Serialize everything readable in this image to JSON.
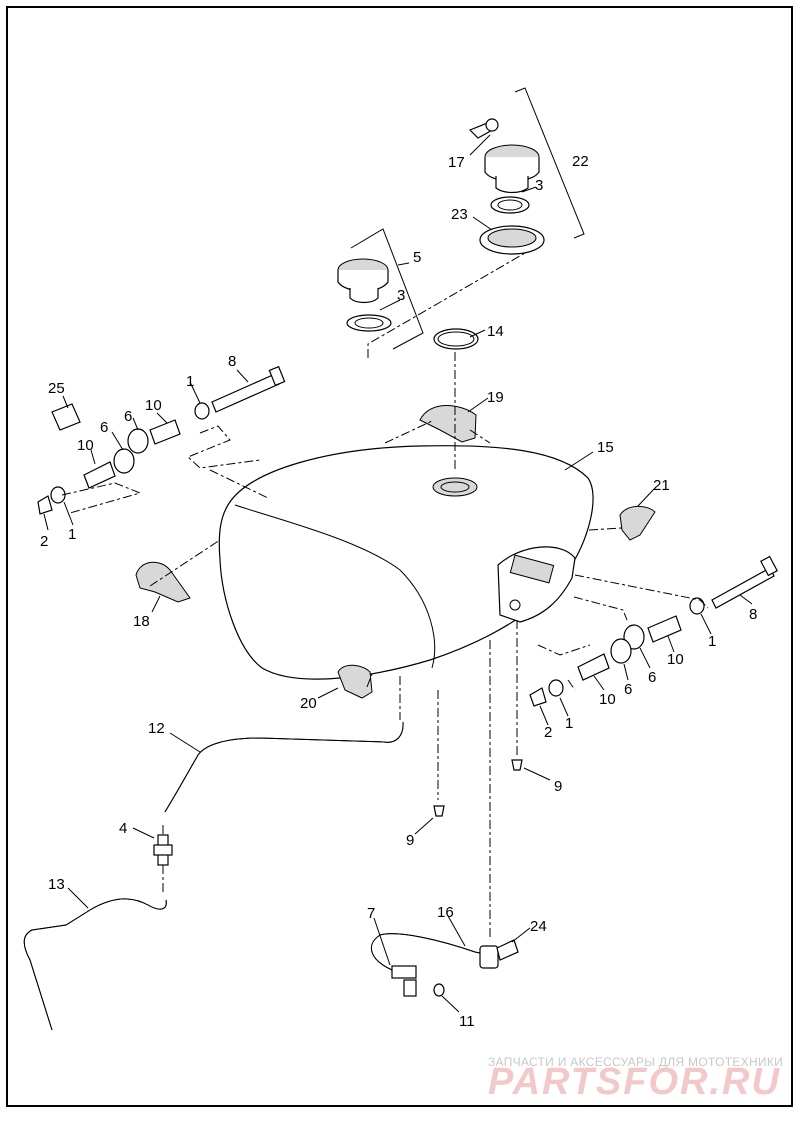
{
  "callouts": [
    {
      "id": "c17",
      "text": "17"
    },
    {
      "id": "c22",
      "text": "22"
    },
    {
      "id": "c3a",
      "text": "3"
    },
    {
      "id": "c23",
      "text": "23"
    },
    {
      "id": "c5",
      "text": "5"
    },
    {
      "id": "c3b",
      "text": "3"
    },
    {
      "id": "c14",
      "text": "14"
    },
    {
      "id": "c8a",
      "text": "8"
    },
    {
      "id": "c25",
      "text": "25"
    },
    {
      "id": "c1a",
      "text": "1"
    },
    {
      "id": "c10a",
      "text": "10"
    },
    {
      "id": "c6a",
      "text": "6"
    },
    {
      "id": "c6b",
      "text": "6"
    },
    {
      "id": "c10b",
      "text": "10"
    },
    {
      "id": "c19",
      "text": "19"
    },
    {
      "id": "c15",
      "text": "15"
    },
    {
      "id": "c2a",
      "text": "2"
    },
    {
      "id": "c1b",
      "text": "1"
    },
    {
      "id": "c21",
      "text": "21"
    },
    {
      "id": "c18",
      "text": "18"
    },
    {
      "id": "c8b",
      "text": "8"
    },
    {
      "id": "c1c",
      "text": "1"
    },
    {
      "id": "c10c",
      "text": "10"
    },
    {
      "id": "c6c",
      "text": "6"
    },
    {
      "id": "c6d",
      "text": "6"
    },
    {
      "id": "c10d",
      "text": "10"
    },
    {
      "id": "c1d",
      "text": "1"
    },
    {
      "id": "c2b",
      "text": "2"
    },
    {
      "id": "c20",
      "text": "20"
    },
    {
      "id": "c12",
      "text": "12"
    },
    {
      "id": "c9a",
      "text": "9"
    },
    {
      "id": "c4",
      "text": "4"
    },
    {
      "id": "c9b",
      "text": "9"
    },
    {
      "id": "c13",
      "text": "13"
    },
    {
      "id": "c7",
      "text": "7"
    },
    {
      "id": "c16",
      "text": "16"
    },
    {
      "id": "c24",
      "text": "24"
    },
    {
      "id": "c11",
      "text": "11"
    }
  ],
  "watermark": {
    "tagline": "ЗАПЧАСТИ И АКСЕССУАРЫ ДЛЯ МОТОТЕХНИКИ",
    "brand": "PARTSFOR.RU"
  },
  "colors": {
    "line": "#000000",
    "background": "#ffffff",
    "watermark_text": "#c8c8c8",
    "watermark_brand": "#f3c8c8"
  }
}
